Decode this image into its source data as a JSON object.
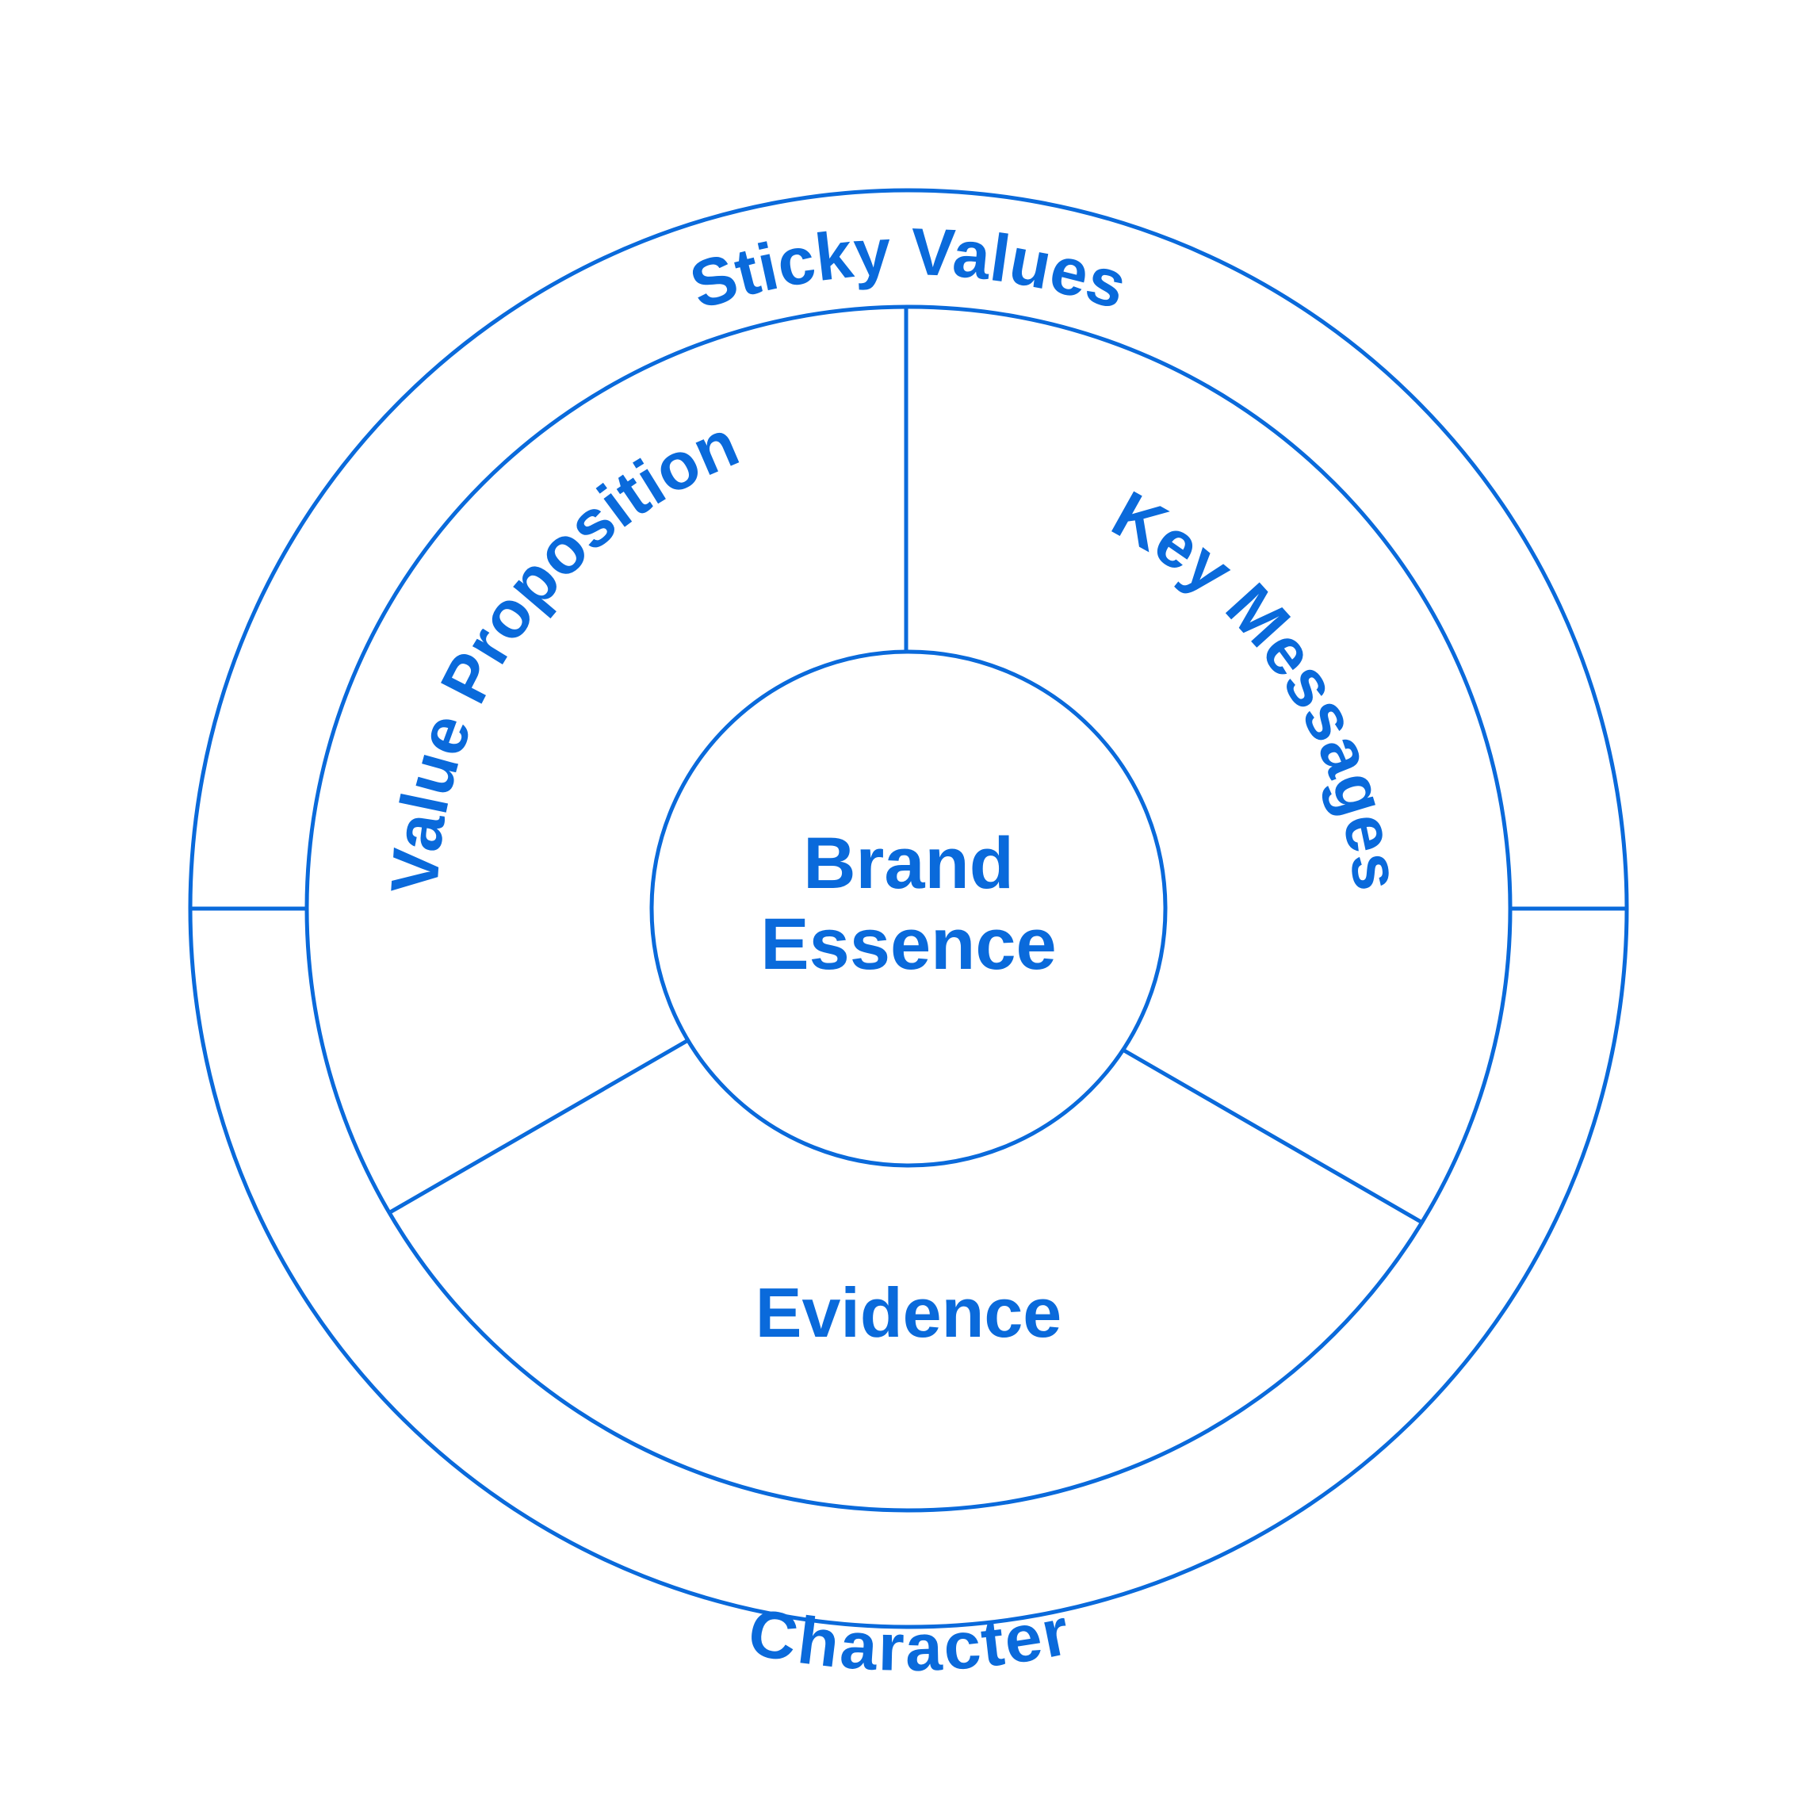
{
  "diagram": {
    "accent_color": "#0A6ADB",
    "background_color": "#FFFFFF",
    "rings": {
      "outer": {
        "label": "Sticky Values",
        "bottom_label": "Character"
      },
      "middle": {
        "segments": [
          "Value Proposition",
          "Key Messages",
          "Evidence"
        ]
      },
      "core": {
        "line1": "Brand",
        "line2": "Essence"
      }
    }
  }
}
